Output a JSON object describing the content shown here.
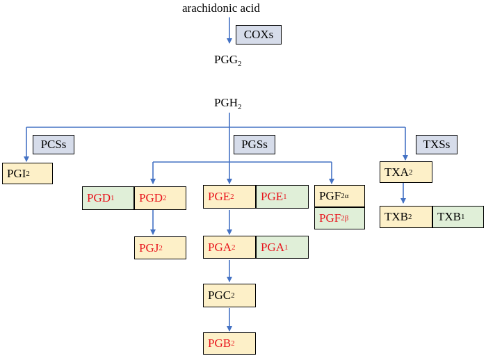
{
  "source": "arachidonic acid",
  "enzymes": {
    "coxs": "COXs",
    "pcss": "PCSs",
    "pgss": "PGSs",
    "txss": "TXSs"
  },
  "nodes": {
    "pgg2": {
      "base": "PGG",
      "sub": "2"
    },
    "pgh2": {
      "base": "PGH",
      "sub": "2"
    },
    "pgi2": {
      "base": "PGI",
      "sub": "2"
    },
    "pgd1": {
      "base": "PGD",
      "sub": "1"
    },
    "pgd2": {
      "base": "PGD",
      "sub": "2"
    },
    "pge2": {
      "base": "PGE",
      "sub": "2"
    },
    "pge1": {
      "base": "PGE",
      "sub": "1"
    },
    "pgf2a": {
      "base": "PGF",
      "sub": "2α"
    },
    "pgf2b": {
      "base": "PGF",
      "sub": "2β"
    },
    "txa2": {
      "base": "TXA",
      "sub": "2"
    },
    "txb2": {
      "base": "TXB",
      "sub": "2"
    },
    "txb1": {
      "base": "TXB",
      "sub": "1"
    },
    "pgj2": {
      "base": "PGJ",
      "sub": "2"
    },
    "pga2": {
      "base": "PGA",
      "sub": "2"
    },
    "pga1": {
      "base": "PGA",
      "sub": "1"
    },
    "pgc2": {
      "base": "PGC",
      "sub": "2"
    },
    "pgb2": {
      "base": "PGB",
      "sub": "2"
    }
  },
  "colors": {
    "arrow": "#4472c4",
    "highlight_text": "#e8141c",
    "box_yellow": "#fdf0c8",
    "box_green": "#e0efd8",
    "enzyme_box": "#d6dcea"
  }
}
